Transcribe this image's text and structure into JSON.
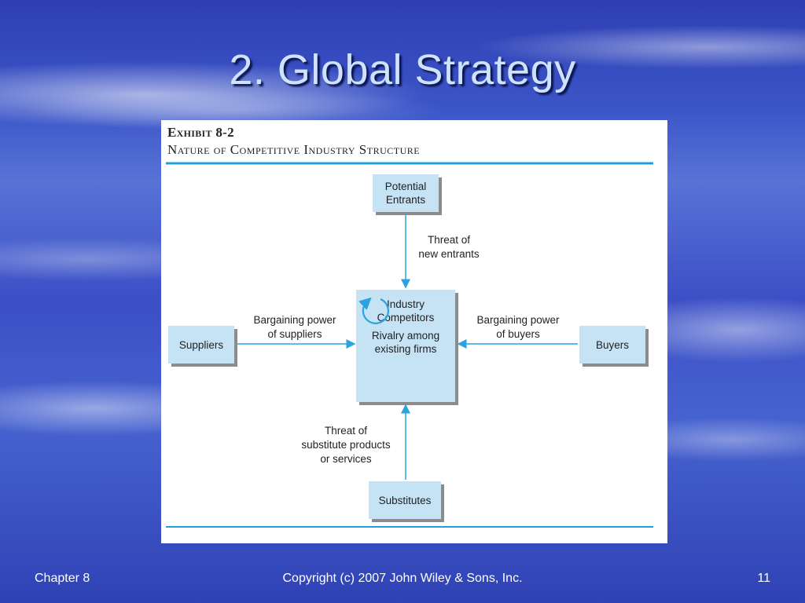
{
  "slide": {
    "title": "2. Global Strategy",
    "footer_left": "Chapter 8",
    "footer_center": "Copyright (c) 2007 John Wiley & Sons, Inc.",
    "footer_right": "11"
  },
  "exhibit": {
    "title": "Exhibit 8-2",
    "subtitle": "Nature of Competitive Industry Structure",
    "nodes": {
      "potential_entrants": "Potential\nEntrants",
      "competitors_top": "Industry\nCompetitors",
      "competitors_bottom": "Rivalry among\nexisting firms",
      "suppliers": "Suppliers",
      "buyers": "Buyers",
      "substitutes": "Substitutes"
    },
    "edges": {
      "new_entrants": "Threat of\nnew entrants",
      "suppliers_power": "Bargaining power\nof suppliers",
      "buyers_power": "Bargaining power\nof buyers",
      "substitutes_threat": "Threat of\nsubstitute products\nor services"
    },
    "colors": {
      "box_fill": "#c5e3f5",
      "accent_line": "#1ea0dc",
      "arrow": "#2aa3df"
    }
  }
}
